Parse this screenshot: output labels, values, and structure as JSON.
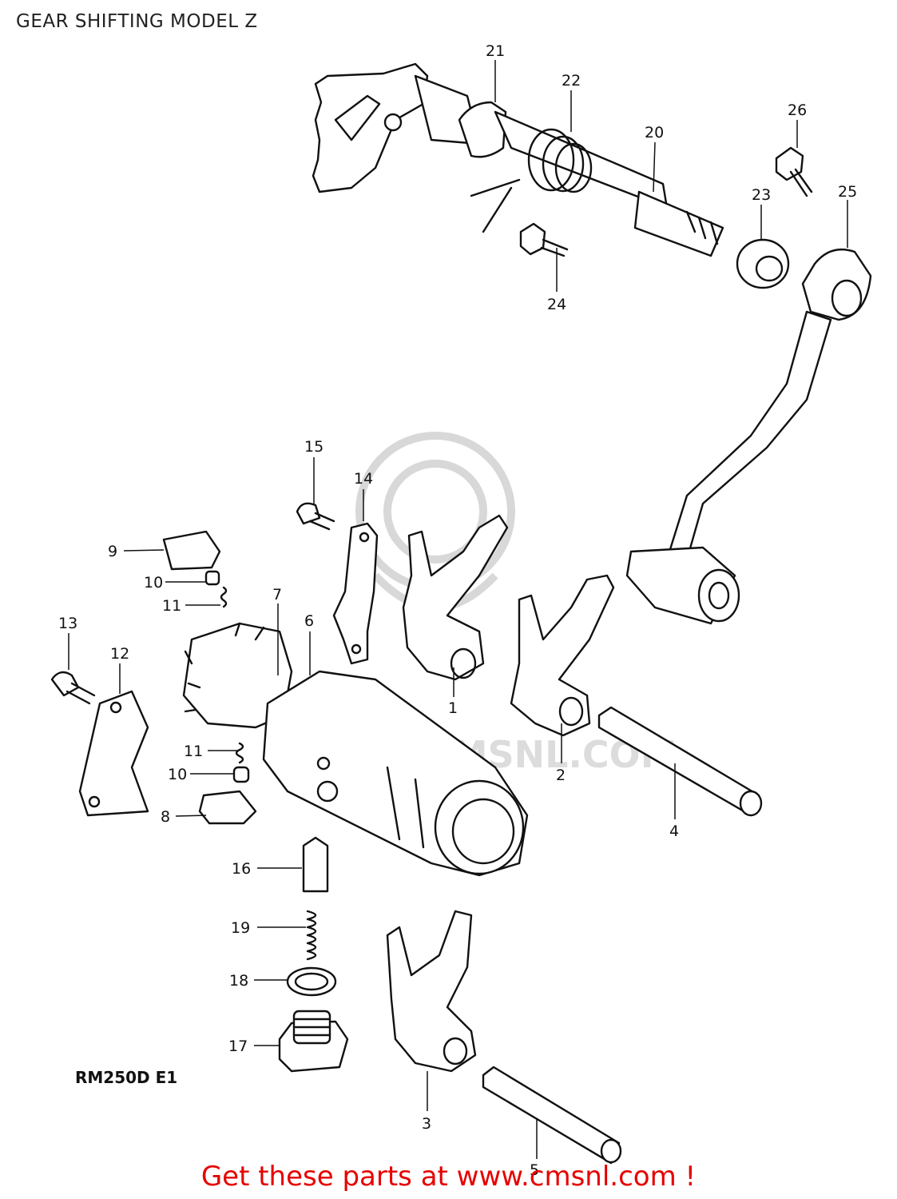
{
  "title": "GEAR SHIFTING MODEL Z",
  "model_code": "RM250D E1",
  "footer": "Get these parts at www.cmsnl.com !",
  "watermark": {
    "text": "WWW.CMSNL.COM",
    "color": "#dcdcdc"
  },
  "colors": {
    "footer": "#e60000",
    "lines": "#111111"
  },
  "callouts": [
    "1",
    "2",
    "3",
    "4",
    "5",
    "6",
    "7",
    "8",
    "9",
    "10",
    "10",
    "11",
    "11",
    "12",
    "13",
    "14",
    "15",
    "16",
    "17",
    "18",
    "19",
    "20",
    "21",
    "22",
    "23",
    "24",
    "25",
    "26"
  ]
}
